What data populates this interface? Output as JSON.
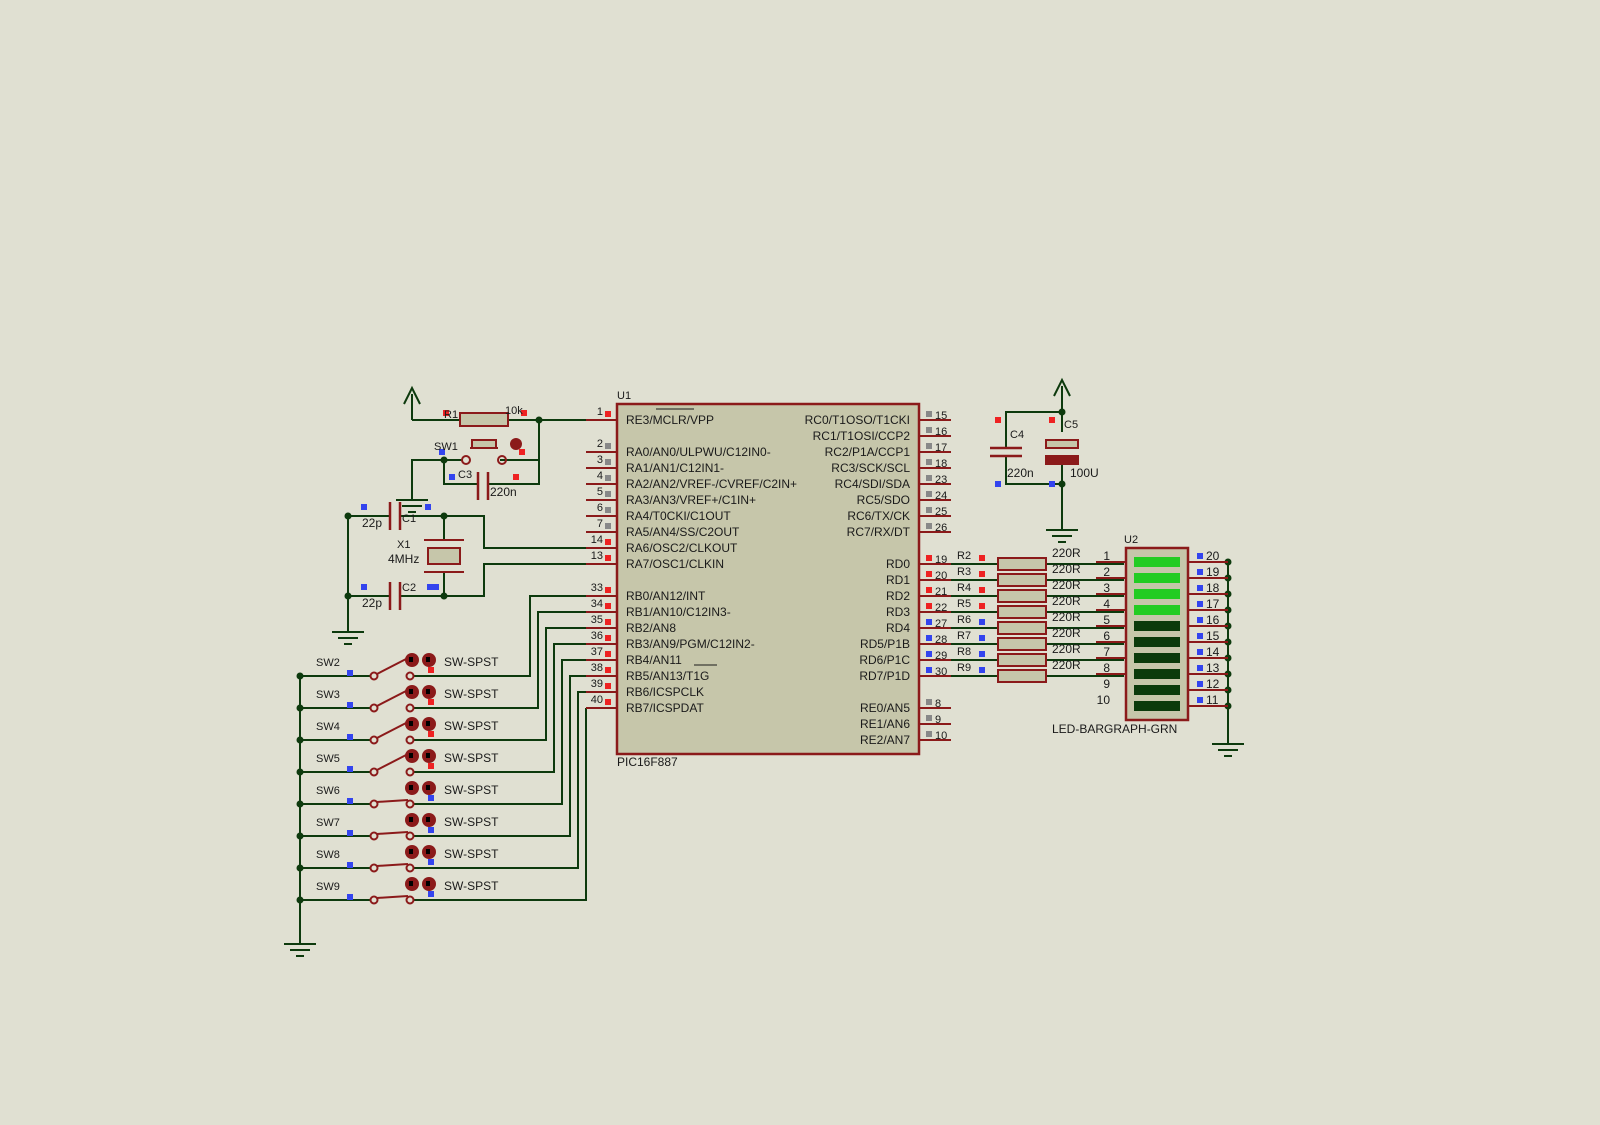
{
  "mcu": {
    "ref": "U1",
    "part": "PIC16F887",
    "left_pins": [
      {
        "num": "1",
        "label": "RE3/MCLR/VPP"
      },
      {
        "num": "2",
        "label": "RA0/AN0/ULPWU/C12IN0-"
      },
      {
        "num": "3",
        "label": "RA1/AN1/C12IN1-"
      },
      {
        "num": "4",
        "label": "RA2/AN2/VREF-/CVREF/C2IN+"
      },
      {
        "num": "5",
        "label": "RA3/AN3/VREF+/C1IN+"
      },
      {
        "num": "6",
        "label": "RA4/T0CKI/C1OUT"
      },
      {
        "num": "7",
        "label": "RA5/AN4/SS/C2OUT"
      },
      {
        "num": "14",
        "label": "RA6/OSC2/CLKOUT"
      },
      {
        "num": "13",
        "label": "RA7/OSC1/CLKIN"
      },
      {
        "num": "33",
        "label": "RB0/AN12/INT"
      },
      {
        "num": "34",
        "label": "RB1/AN10/C12IN3-"
      },
      {
        "num": "35",
        "label": "RB2/AN8"
      },
      {
        "num": "36",
        "label": "RB3/AN9/PGM/C12IN2-"
      },
      {
        "num": "37",
        "label": "RB4/AN11"
      },
      {
        "num": "38",
        "label": "RB5/AN13/T1G"
      },
      {
        "num": "39",
        "label": "RB6/ICSPCLK"
      },
      {
        "num": "40",
        "label": "RB7/ICSPDAT"
      }
    ],
    "right_pins": [
      {
        "num": "15",
        "label": "RC0/T1OSO/T1CKI"
      },
      {
        "num": "16",
        "label": "RC1/T1OSI/CCP2"
      },
      {
        "num": "17",
        "label": "RC2/P1A/CCP1"
      },
      {
        "num": "18",
        "label": "RC3/SCK/SCL"
      },
      {
        "num": "23",
        "label": "RC4/SDI/SDA"
      },
      {
        "num": "24",
        "label": "RC5/SDO"
      },
      {
        "num": "25",
        "label": "RC6/TX/CK"
      },
      {
        "num": "26",
        "label": "RC7/RX/DT"
      },
      {
        "num": "19",
        "label": "RD0"
      },
      {
        "num": "20",
        "label": "RD1"
      },
      {
        "num": "21",
        "label": "RD2"
      },
      {
        "num": "22",
        "label": "RD3"
      },
      {
        "num": "27",
        "label": "RD4"
      },
      {
        "num": "28",
        "label": "RD5/P1B"
      },
      {
        "num": "29",
        "label": "RD6/P1C"
      },
      {
        "num": "30",
        "label": "RD7/P1D"
      },
      {
        "num": "8",
        "label": "RE0/AN5"
      },
      {
        "num": "9",
        "label": "RE1/AN6"
      },
      {
        "num": "10",
        "label": "RE2/AN7"
      }
    ]
  },
  "reset": {
    "r1_ref": "R1",
    "r1_value": "10k",
    "sw1_ref": "SW1",
    "c3_ref": "C3",
    "c3_value": "220n"
  },
  "oscillator": {
    "c1_ref": "C1",
    "c1_value": "22p",
    "c2_ref": "C2",
    "c2_value": "22p",
    "x1_ref": "X1",
    "x1_value": "4MHz"
  },
  "supply": {
    "c4_ref": "C4",
    "c4_value": "220n",
    "c5_ref": "C5",
    "c5_value": "100U"
  },
  "switches": {
    "part": "SW-SPST",
    "refs": [
      "SW2",
      "SW3",
      "SW4",
      "SW5",
      "SW6",
      "SW7",
      "SW8",
      "SW9"
    ]
  },
  "resistors": {
    "refs": [
      "R2",
      "R3",
      "R4",
      "R5",
      "R6",
      "R7",
      "R8",
      "R9"
    ],
    "value": "220R"
  },
  "bargraph": {
    "ref": "U2",
    "part": "LED-BARGRAPH-GRN",
    "left_pins": [
      "1",
      "2",
      "3",
      "4",
      "5",
      "6",
      "7",
      "8",
      "9",
      "10"
    ],
    "right_pins": [
      "20",
      "19",
      "18",
      "17",
      "16",
      "15",
      "14",
      "13",
      "12",
      "11"
    ],
    "segments_lit": [
      true,
      true,
      true,
      true,
      false,
      false,
      false,
      false,
      false,
      false
    ]
  },
  "colors": {
    "background": "#e0e0d2",
    "wire": "#0d3a0d",
    "component": "#8b1a1a",
    "body_fill": "#c6c6aa",
    "text": "#1a1a1a",
    "pin_red": "#ee2222",
    "pin_blue": "#3344ee",
    "pin_gray": "#888888",
    "led_on": "#22cc22",
    "led_off": "#0b3a0b"
  }
}
